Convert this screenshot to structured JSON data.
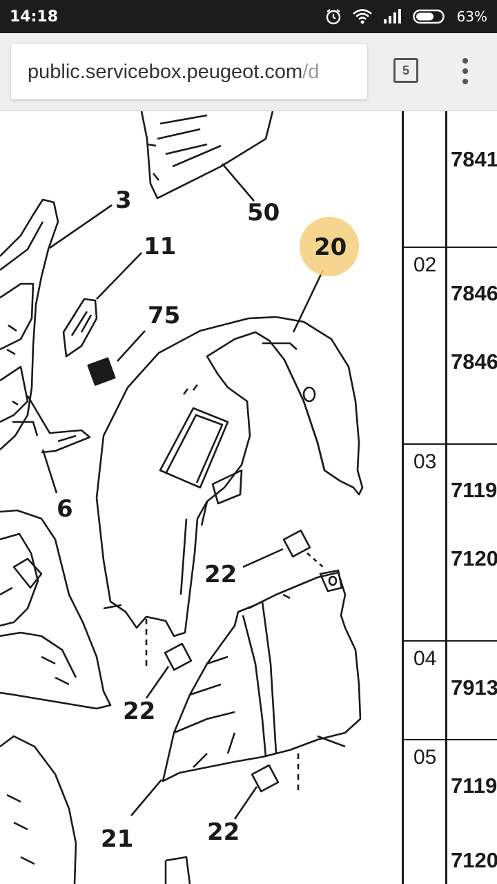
{
  "status_bar": {
    "time": "14:18",
    "battery": "63%"
  },
  "toolbar": {
    "url_domain": "public.servicebox.peugeot.com",
    "url_path": "/d",
    "tab_count": "5"
  },
  "diagram": {
    "callouts": {
      "c3": "3",
      "c50": "50",
      "c11": "11",
      "c20": "20",
      "c75": "75",
      "c6": "6",
      "c22a": "22",
      "c22b": "22",
      "c22c": "22",
      "c21": "21"
    },
    "highlight_color": "#f5cf7a"
  },
  "parts_table": {
    "row_numbers": [
      "02",
      "03",
      "04",
      "05"
    ],
    "references": [
      "7841",
      "7846",
      "7846",
      "7119",
      "7120",
      "7913",
      "7119",
      "7120"
    ]
  }
}
